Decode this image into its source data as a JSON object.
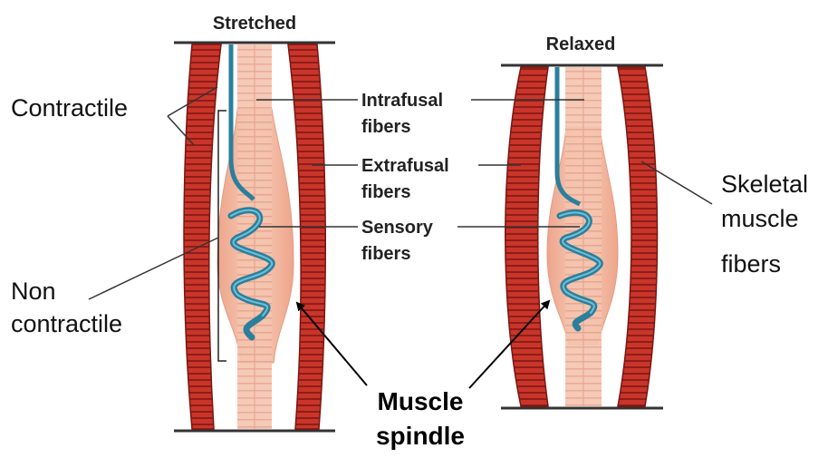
{
  "titles": {
    "stretched": "Stretched",
    "relaxed": "Relaxed"
  },
  "labels": {
    "contractile": "Contractile",
    "non_line1": "Non",
    "non_line2": "contractile",
    "intrafusal_line1": "Intrafusal",
    "intrafusal_line2": "fibers",
    "extrafusal_line1": "Extrafusal",
    "extrafusal_line2": "fibers",
    "sensory_line1": "Sensory",
    "sensory_line2": "fibers",
    "skeletal_line1": "Skeletal",
    "skeletal_line2": "muscle",
    "skeletal_line3": "fibers",
    "spindle_line1": "Muscle",
    "spindle_line2": "spindle"
  },
  "colors": {
    "extrafusal_fill": "#c9352a",
    "extrafusal_stripe": "#8e1d17",
    "spindle_capsule": "#f2b8a0",
    "intrafusal_fill": "#f4c4ae",
    "intrafusal_stripe": "#e08f78",
    "sensory_nerve": "#2b7f9c",
    "sensory_highlight": "#6fc0d8",
    "leader_line": "#333333"
  }
}
